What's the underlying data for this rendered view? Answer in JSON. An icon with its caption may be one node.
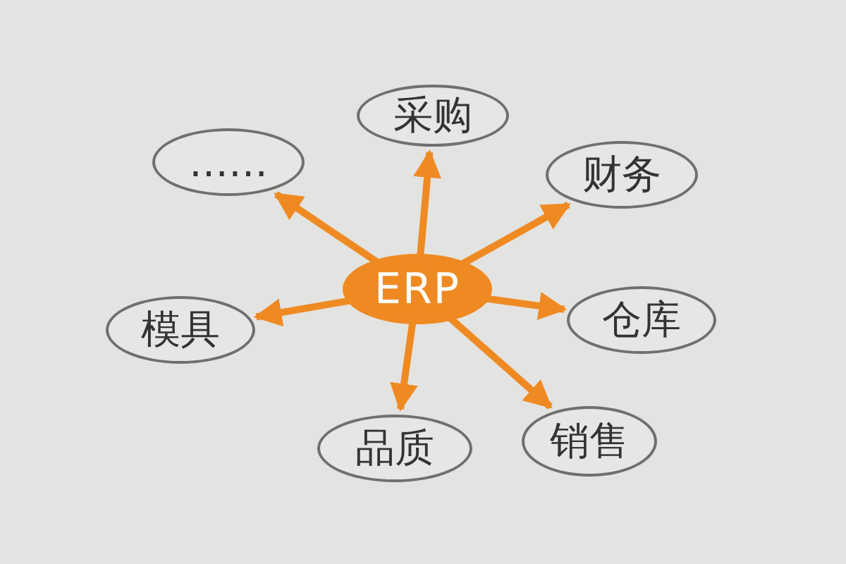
{
  "diagram": {
    "nodes": [
      {
        "text": [
          "ERP"
        ]
      },
      {
        "text": [
          "采购"
        ]
      },
      {
        "text": [
          "……"
        ]
      },
      {
        "text": [
          "财务"
        ]
      },
      {
        "text": [
          "模具"
        ]
      },
      {
        "text": [
          "仓库"
        ]
      },
      {
        "text": [
          "销售"
        ]
      },
      {
        "text": [
          "品质"
        ]
      }
    ],
    "edges": [
      {
        "from": 0,
        "to": 1,
        "arrow": "to"
      },
      {
        "from": 0,
        "to": 2,
        "arrow": "to"
      },
      {
        "from": 0,
        "to": 3,
        "arrow": "to"
      },
      {
        "from": 0,
        "to": 4,
        "arrow": "to"
      },
      {
        "from": 0,
        "to": 5,
        "arrow": "to"
      },
      {
        "from": 0,
        "to": 6,
        "arrow": "to"
      },
      {
        "from": 0,
        "to": 7,
        "arrow": "to"
      }
    ]
  }
}
